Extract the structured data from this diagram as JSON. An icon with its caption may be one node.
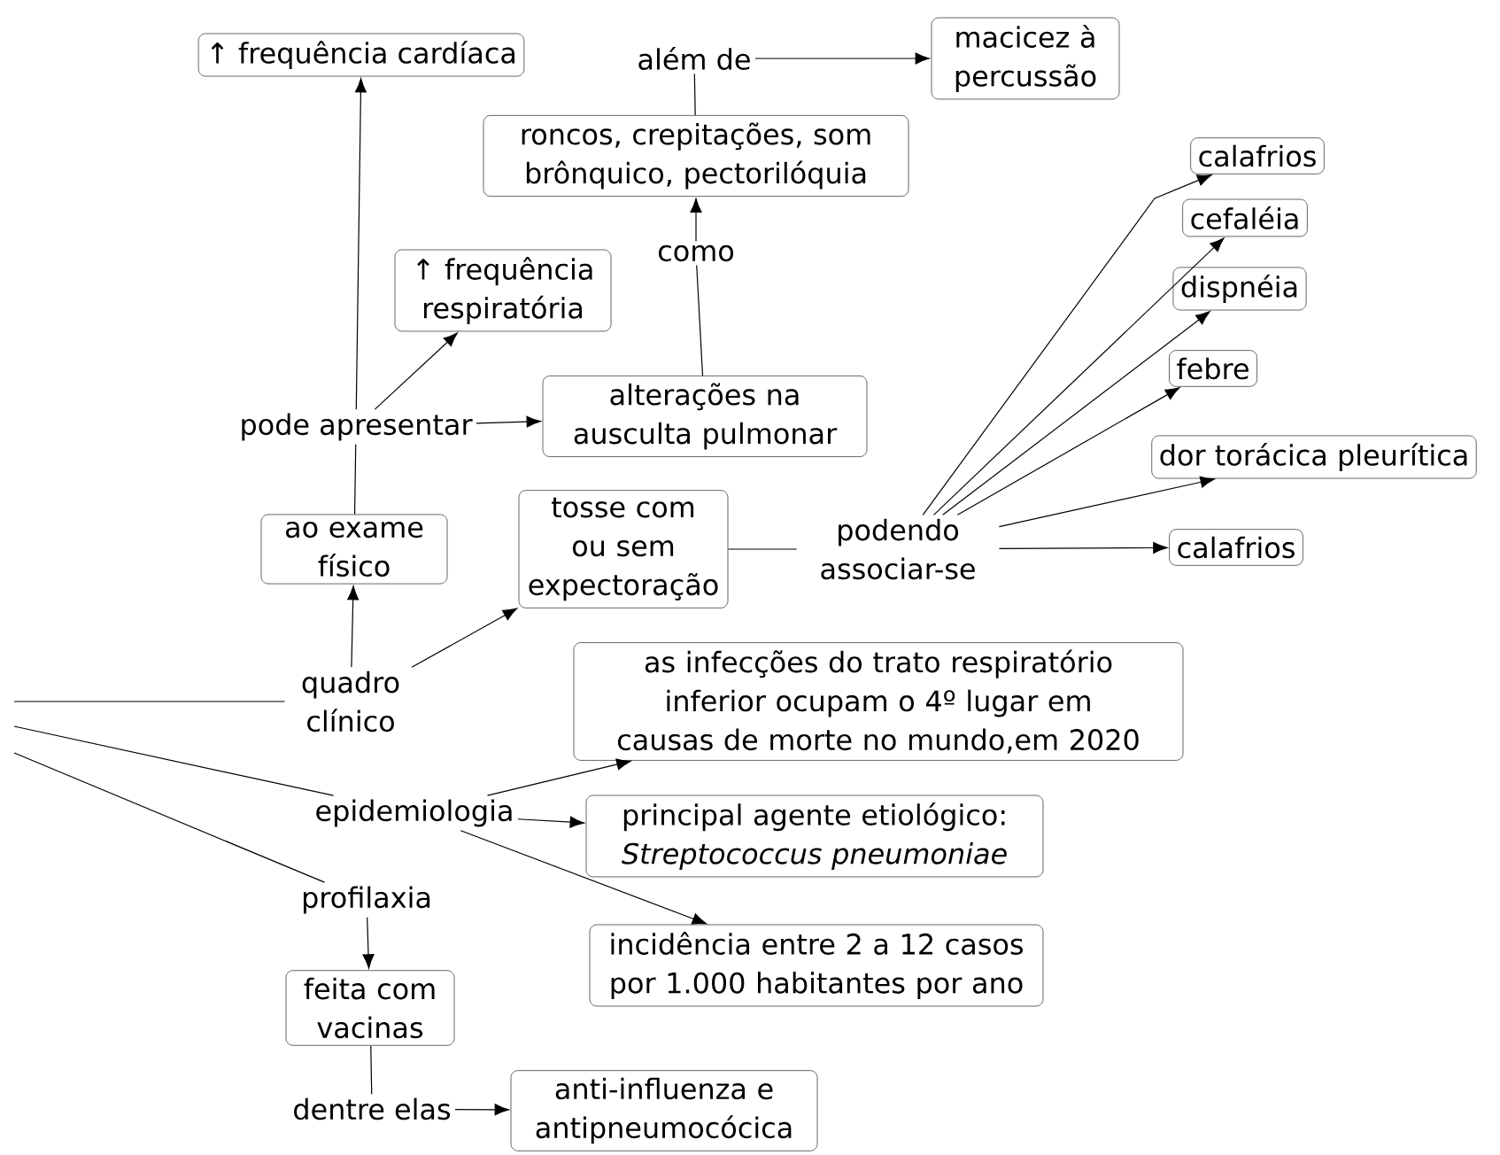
{
  "diagram": {
    "nodes": [
      {
        "text": [
          "↑ frequência cardíaca"
        ]
      },
      {
        "text": [
          "além de"
        ]
      },
      {
        "text": [
          "macicez à percussão"
        ]
      },
      {
        "text": [
          "roncos, crepitações, som brônquico, pectorilóquia"
        ]
      },
      {
        "text": [
          "calafrios"
        ]
      },
      {
        "text": [
          "cefaléia"
        ]
      },
      {
        "text": [
          "como"
        ]
      },
      {
        "text": [
          "↑ frequência respiratória"
        ]
      },
      {
        "text": [
          "dispnéia"
        ]
      },
      {
        "text": [
          "febre"
        ]
      },
      {
        "text": [
          "alterações na ausculta pulmonar"
        ]
      },
      {
        "text": [
          "pode apresentar"
        ]
      },
      {
        "text": [
          "dor torácica pleurítica"
        ]
      },
      {
        "text": [
          "tosse com ou sem expectoração"
        ]
      },
      {
        "text": [
          "ao exame físico"
        ]
      },
      {
        "text": [
          "podendo associar-se"
        ]
      },
      {
        "text": [
          "calafrios"
        ]
      },
      {
        "text": [
          "quadro clínico"
        ]
      },
      {
        "text": [
          "as infecções do trato respiratório inferior ocupam o 4º lugar em causas de morte no mundo,em 2020"
        ]
      },
      {
        "text": [
          "epidemiologia"
        ]
      },
      {
        "text": [
          "principal agente etiológico: *Streptococcus pneumoniae*"
        ]
      },
      {
        "text": [
          "incidência entre 2 a 12 casos por 1.000 habitantes por ano"
        ]
      },
      {
        "text": [
          "profilaxia"
        ]
      },
      {
        "text": [
          "feita com vacinas"
        ]
      },
      {
        "text": [
          "dentre elas"
        ]
      },
      {
        "text": [
          "anti-influenza e antipneumocócica"
        ]
      }
    ],
    "edges": [
      {
        "from": 17,
        "to": 14,
        "arrow": "to"
      },
      {
        "from": 17,
        "to": 13,
        "arrow": "to"
      },
      {
        "from": 14,
        "to": 11,
        "arrow": "none"
      },
      {
        "from": 11,
        "to": 0,
        "arrow": "to"
      },
      {
        "from": 11,
        "to": 7,
        "arrow": "to"
      },
      {
        "from": 11,
        "to": 10,
        "arrow": "to"
      },
      {
        "from": 10,
        "to": 6,
        "arrow": "none"
      },
      {
        "from": 6,
        "to": 3,
        "arrow": "to"
      },
      {
        "from": 3,
        "to": 1,
        "arrow": "none"
      },
      {
        "from": 1,
        "to": 2,
        "arrow": "to"
      },
      {
        "from": 13,
        "to": 15,
        "arrow": "none"
      },
      {
        "from": 15,
        "to": 4,
        "arrow": "to"
      },
      {
        "from": 15,
        "to": 5,
        "arrow": "to"
      },
      {
        "from": 15,
        "to": 8,
        "arrow": "to"
      },
      {
        "from": 15,
        "to": 9,
        "arrow": "to"
      },
      {
        "from": 15,
        "to": 12,
        "arrow": "to"
      },
      {
        "from": 15,
        "to": 16,
        "arrow": "to"
      },
      {
        "from": null,
        "to": 17,
        "arrow": "none"
      },
      {
        "from": null,
        "to": 19,
        "arrow": "none"
      },
      {
        "from": null,
        "to": 22,
        "arrow": "none"
      },
      {
        "from": 19,
        "to": 18,
        "arrow": "to"
      },
      {
        "from": 19,
        "to": 20,
        "arrow": "to"
      },
      {
        "from": 19,
        "to": 21,
        "arrow": "to"
      },
      {
        "from": 22,
        "to": 23,
        "arrow": "to"
      },
      {
        "from": 23,
        "to": 24,
        "arrow": "none"
      },
      {
        "from": 24,
        "to": 25,
        "arrow": "to"
      }
    ]
  }
}
